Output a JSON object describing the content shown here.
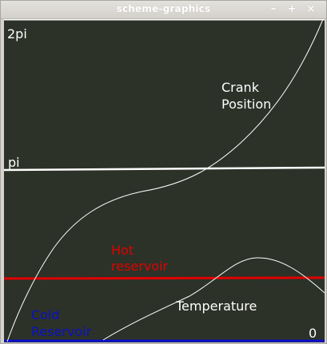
{
  "window": {
    "title": "scheme-graphics",
    "buttons": {
      "minimize": "–",
      "maximize": "+",
      "close": "×"
    }
  },
  "graph": {
    "labels": {
      "top": "2pi",
      "middle": "pi",
      "bottom_right": "0",
      "crank_line1": "Crank",
      "crank_line2": "Position",
      "hot_line1": "Hot",
      "hot_line2": "reservoir",
      "cold_line1": "Cold",
      "cold_line2": "Reservoir",
      "temperature": "Temperature"
    },
    "colors": {
      "background": "#2c3227",
      "axis_lines": "#ffffff",
      "curves": "#ffffff",
      "hot_reservoir": "#e10000",
      "cold_reservoir": "#0a10c8",
      "hot_text": "#e10000",
      "cold_text": "#0a10c8",
      "labels": "#ffffff"
    }
  }
}
